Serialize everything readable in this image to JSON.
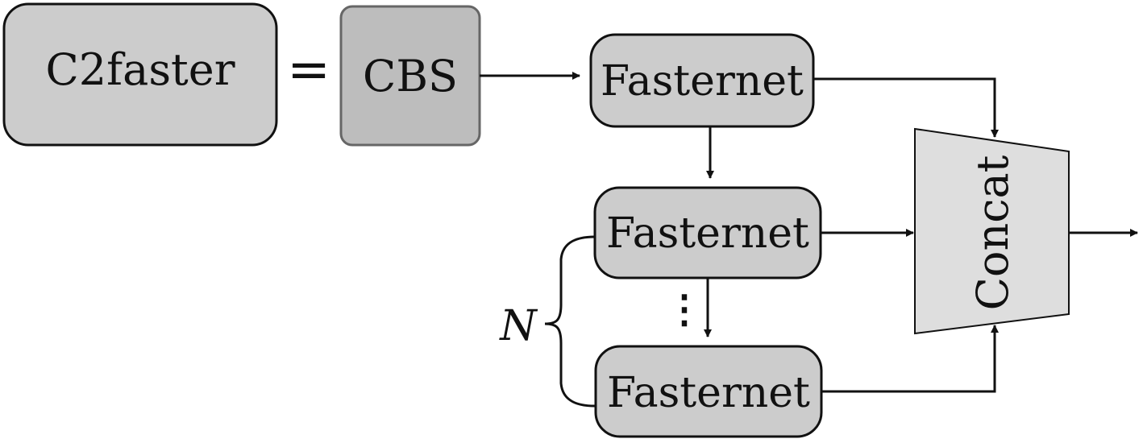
{
  "diagram": {
    "module_label": "C2faster",
    "equals": "=",
    "cbs_label": "CBS",
    "fasternet_top_label": "Fasternet",
    "fasternet_mid_label": "Fasternet",
    "fasternet_bottom_label": "Fasternet",
    "concat_label": "Concat",
    "repeat_label": "N",
    "ellipsis": "⋮"
  },
  "colors": {
    "box_fill": "#cccccc",
    "cbs_fill": "#bdbdbd",
    "concat_fill": "#dedede",
    "stroke": "#111111",
    "cbs_stroke": "#666666"
  }
}
